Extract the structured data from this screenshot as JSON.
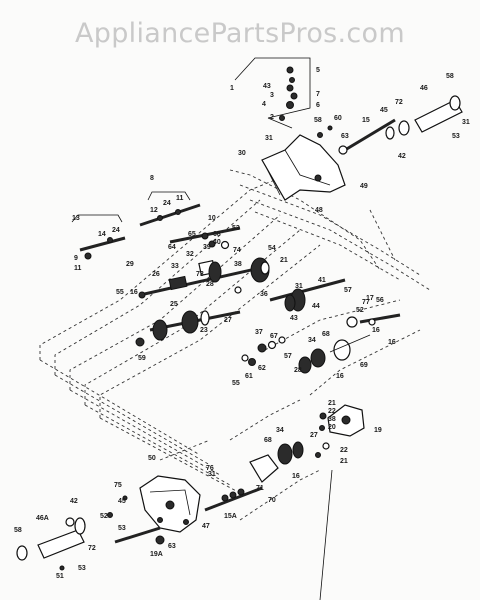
{
  "watermark": "AppliancePartsPros.com",
  "labels": {
    "top_group": [
      "1",
      "43",
      "3",
      "4",
      "5",
      "7",
      "6",
      "2",
      "31",
      "58",
      "60",
      "63",
      "15",
      "45",
      "72",
      "46",
      "58b",
      "31b",
      "53",
      "42",
      "30",
      "49",
      "48"
    ],
    "mid_group": [
      "8",
      "12",
      "24",
      "11",
      "13",
      "10",
      "14",
      "29",
      "24b",
      "9",
      "11b",
      "65",
      "68",
      "40",
      "53b",
      "64",
      "32",
      "39",
      "33",
      "73",
      "74",
      "54",
      "21",
      "26",
      "38",
      "25",
      "41",
      "57",
      "16",
      "28",
      "44",
      "31c",
      "55",
      "59",
      "52",
      "77",
      "17",
      "16b",
      "56",
      "23",
      "27",
      "37",
      "43b",
      "69",
      "16c",
      "67",
      "57b",
      "34",
      "68b",
      "28b",
      "16d",
      "36",
      "62",
      "61",
      "55b"
    ],
    "low_group": [
      "21b",
      "22",
      "38b",
      "19",
      "20",
      "27b",
      "22b",
      "50",
      "21c",
      "68c",
      "34b",
      "71",
      "76",
      "75",
      "16e",
      "70",
      "45b",
      "42b",
      "31d",
      "52b",
      "47",
      "15A",
      "53c",
      "58c",
      "46A",
      "72b",
      "63b",
      "19A",
      "51",
      "53d"
    ]
  }
}
